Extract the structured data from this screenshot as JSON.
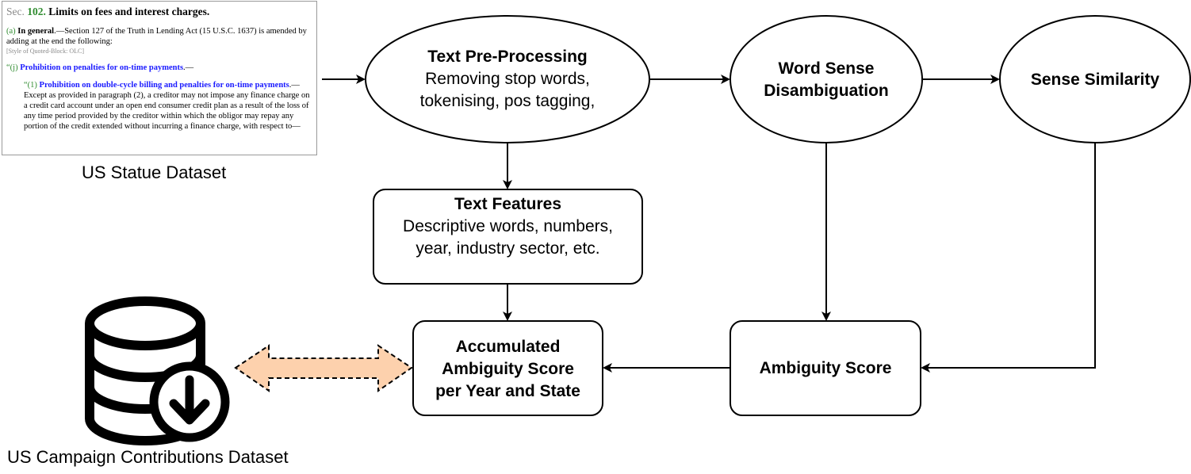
{
  "statute": {
    "sec_label": "Sec.",
    "sec_number": "102.",
    "sec_title": "Limits on fees and interest charges.",
    "para_a_label": "(a)",
    "para_a_heading": "In general",
    "para_a_text": ".—Section 127 of the Truth in Lending Act (15 U.S.C. 1637) is amended by adding at the end the following:",
    "style_tag": "[Style of Quoted-Block: OLC]",
    "para_j_label": "“(j)",
    "para_j_heading": "Prohibition on penalties for on-time payments",
    "para_j_dash": ".—",
    "para_1_label": "“(1)",
    "para_1_heading": "Prohibition on double-cycle billing and penalties for on-time payments",
    "para_1_text": ".—Except as provided in paragraph (2), a creditor may not impose any finance charge on a credit card account under an open end consumer credit plan as a result of the loss of any time period provided by the creditor within which the obligor may repay any portion of the credit extended without incurring a finance charge, with respect to—",
    "caption": "US Statue Dataset"
  },
  "nodes": {
    "preprocessing": {
      "title": "Text Pre-Processing",
      "line1": "Removing stop words,",
      "line2": "tokenising, pos tagging,"
    },
    "wsd": {
      "line1": "Word Sense",
      "line2": "Disambiguation"
    },
    "similarity": {
      "title": "Sense Similarity"
    },
    "features": {
      "title": "Text Features",
      "line1": "Descriptive words, numbers,",
      "line2": "year, industry sector, etc."
    },
    "accumulated": {
      "line1": "Accumulated",
      "line2": "Ambiguity Score",
      "line3": "per Year and State"
    },
    "ambiguity": {
      "title": "Ambiguity Score"
    }
  },
  "database": {
    "icon": "database-download-icon",
    "caption": "US Campaign Contributions Dataset"
  },
  "colors": {
    "double_arrow_fill": "#fdd1ad",
    "green_text": "#2e8b2e",
    "blue_text": "#1a1aff"
  }
}
